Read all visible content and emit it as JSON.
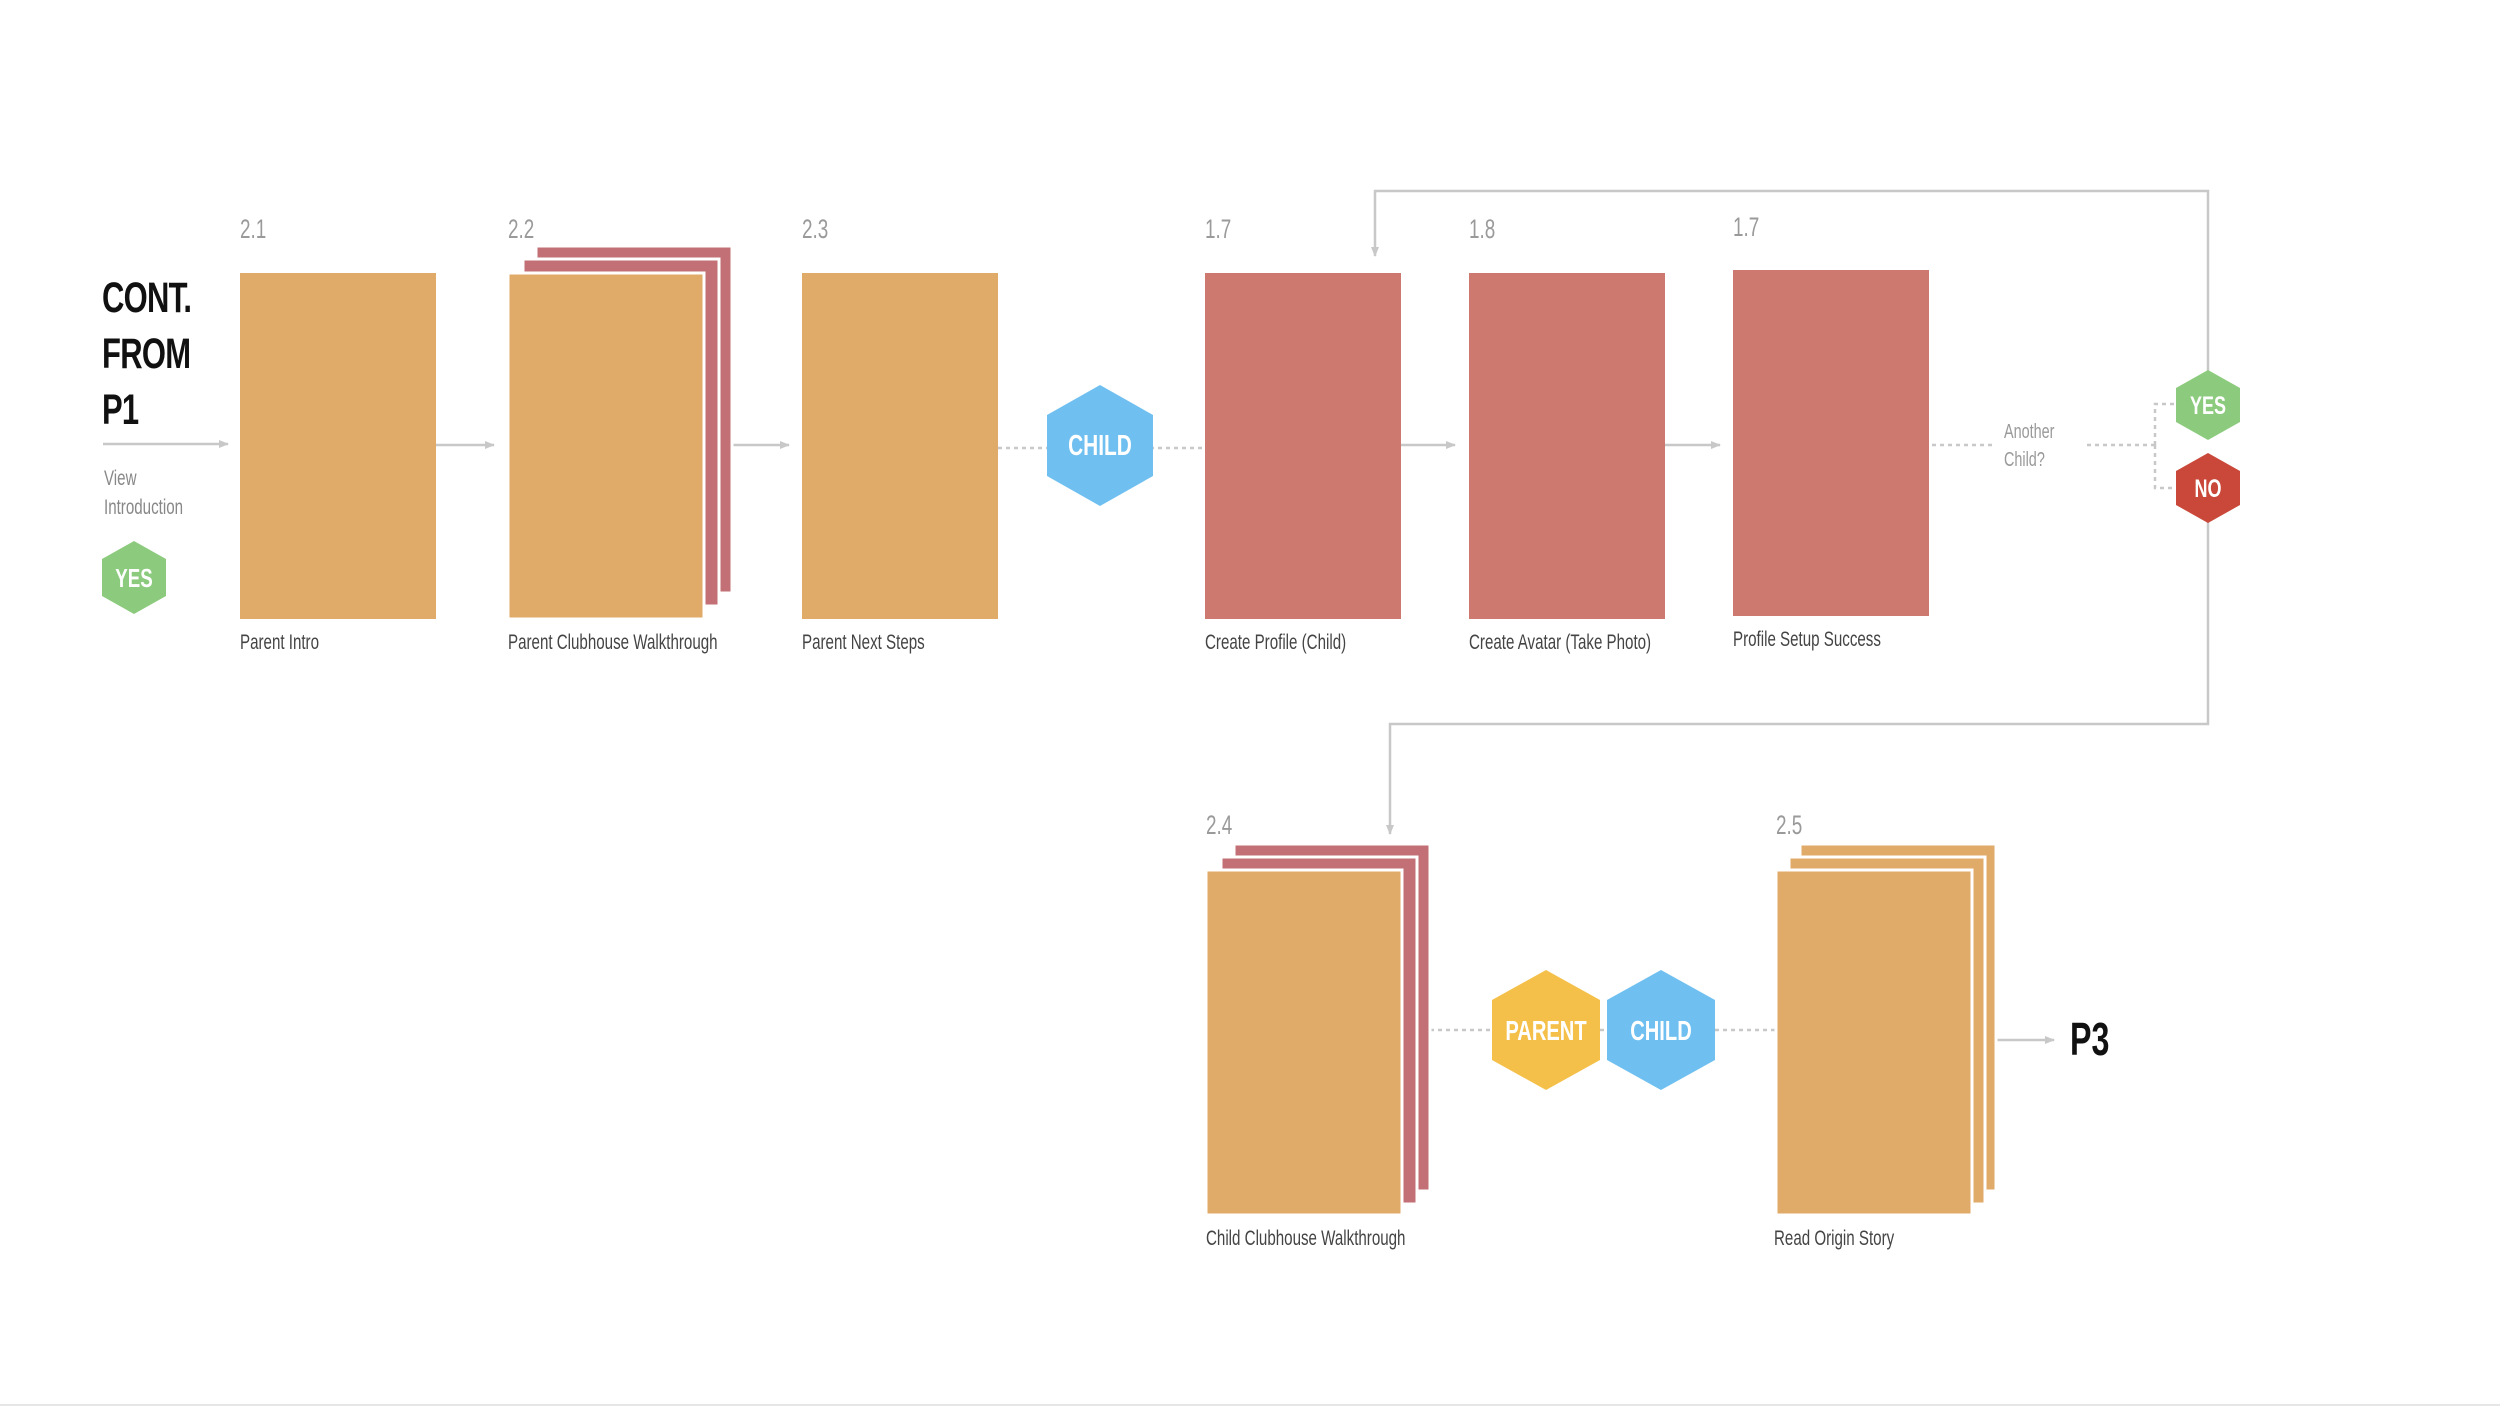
{
  "start": {
    "title_lines": [
      "CONT.",
      "FROM",
      "P1"
    ],
    "caption_lines": [
      "View",
      "Introduction"
    ],
    "decision": "YES"
  },
  "screens": [
    {
      "number": "2.1",
      "label": "Parent Intro"
    },
    {
      "number": "2.2",
      "label": "Parent Clubhouse Walkthrough"
    },
    {
      "number": "2.3",
      "label": "Parent Next Steps"
    },
    {
      "number": "1.7",
      "label": "Create Profile (Child)"
    },
    {
      "number": "1.8",
      "label": "Create Avatar (Take Photo)"
    },
    {
      "number": "1.7",
      "label": "Profile Setup Success"
    },
    {
      "number": "2.4",
      "label": "Child Clubhouse Walkthrough"
    },
    {
      "number": "2.5",
      "label": "Read Origin Story"
    }
  ],
  "badges": {
    "child_top": "CHILD",
    "parent_bottom": "PARENT",
    "child_bottom": "CHILD",
    "decision_yes": "YES",
    "decision_no": "NO"
  },
  "question_lines": [
    "Another",
    "Child?"
  ],
  "end": "P3",
  "colors": {
    "parent_screen": "#e0aa68",
    "child_screen": "#cd7970",
    "stack_back": "#c27075",
    "child_badge": "#6fc0f0",
    "parent_badge": "#f4c04a",
    "yes_badge": "#8ccb7d",
    "no_badge": "#c94839",
    "connector": "#c8c8c8"
  }
}
